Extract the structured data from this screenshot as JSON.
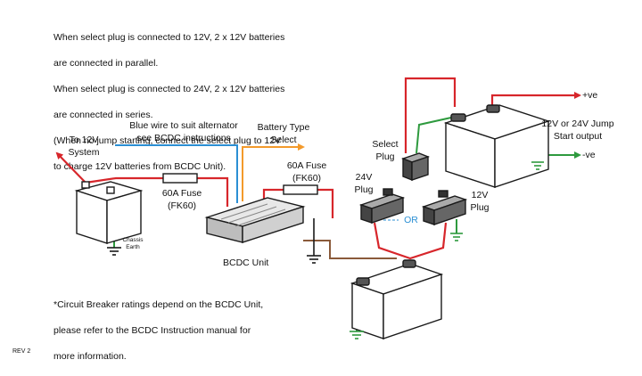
{
  "notes": {
    "top_lines": [
      "When select plug is connected to 12V, 2 x 12V batteries",
      "are connected in parallel.",
      "When select plug is connected to 24V, 2 x 12V batteries",
      "are connected in series.",
      "(When no jump starting, connect the select plug to 12V",
      "to charge 12V batteries from BCDC Unit)."
    ],
    "bottom_lines": [
      "*Circuit Breaker ratings depend on the BCDC Unit,",
      "please refer to the BCDC Instruction manual for",
      "more information."
    ]
  },
  "labels": {
    "to_12v_system": [
      "To 12V",
      "System"
    ],
    "blue_wire": [
      "Blue wire to suit alternator",
      "see BCDC instructions"
    ],
    "battery_type_select": [
      "Battery Type",
      "Select"
    ],
    "fuse_right": [
      "60A Fuse",
      "(FK60)"
    ],
    "fuse_left": [
      "60A Fuse",
      "(FK60)"
    ],
    "select_plug": [
      "Select",
      "Plug"
    ],
    "plug_24v": [
      "24V",
      "Plug"
    ],
    "plug_12v": [
      "12V",
      "Plug"
    ],
    "or": "OR",
    "bcdc_unit": "BCDC Unit",
    "chassis_earth": [
      "Chassis",
      "Earth"
    ],
    "pos": "+ve",
    "neg": "-ve",
    "jump_output": [
      "12V or 24V Jump",
      "Start output"
    ],
    "revision": "REV 2"
  },
  "colors": {
    "red_wire": "#d7262b",
    "blue_wire": "#2b8fd4",
    "orange_wire": "#f39a2b",
    "green_wire": "#2e9a3e",
    "brown_wire": "#8a5a3a",
    "outline": "#1a1a1a"
  }
}
